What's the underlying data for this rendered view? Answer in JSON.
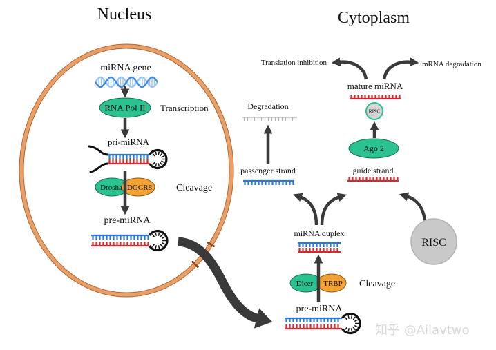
{
  "diagram": {
    "nucleus_title": "Nucleus",
    "cytoplasm_title": "Cytoplasm"
  },
  "nucleus": {
    "gene_label": "miRNA gene",
    "pol_label": "RNA Pol II",
    "transcription_label": "Transcription",
    "pri_mirna_label": "pri-miRNA",
    "drosha_label": "Drosha",
    "dgcr8_label": "DGCR8",
    "cleavage_label": "Cleavage",
    "pre_mirna_label": "pre-miRNA"
  },
  "cytoplasm": {
    "pre_mirna_label": "pre-miRNA",
    "dicer_label": "Dicer",
    "trbp_label": "TRBP",
    "cleavage_label": "Cleavage",
    "duplex_label": "miRNA duplex",
    "passenger_label": "passenger strand",
    "degradation_label": "Degradation",
    "guide_label": "guide strand",
    "risc_label": "RISC",
    "ago2_label": "Ago 2",
    "risc_complex_label": "RISC",
    "mature_label": "mature miRNA",
    "translation_inhibition_label": "Translation inhibition",
    "mrna_degradation_label": "mRNA degradation"
  },
  "watermark": "知乎 @Ailavtwo",
  "colors": {
    "membrane": "#E8A068",
    "strand_blue": "#2C78D6",
    "strand_red": "#D42A2E",
    "enzyme_green": "#2BC291",
    "enzyme_orange": "#F2A233",
    "arrow": "#3A3A3A",
    "risc_gray": "#C9C9C9",
    "helix_blue": "#3F8BE3",
    "helix_light": "#9CC6F4",
    "degraded": "#B3B3B3"
  }
}
